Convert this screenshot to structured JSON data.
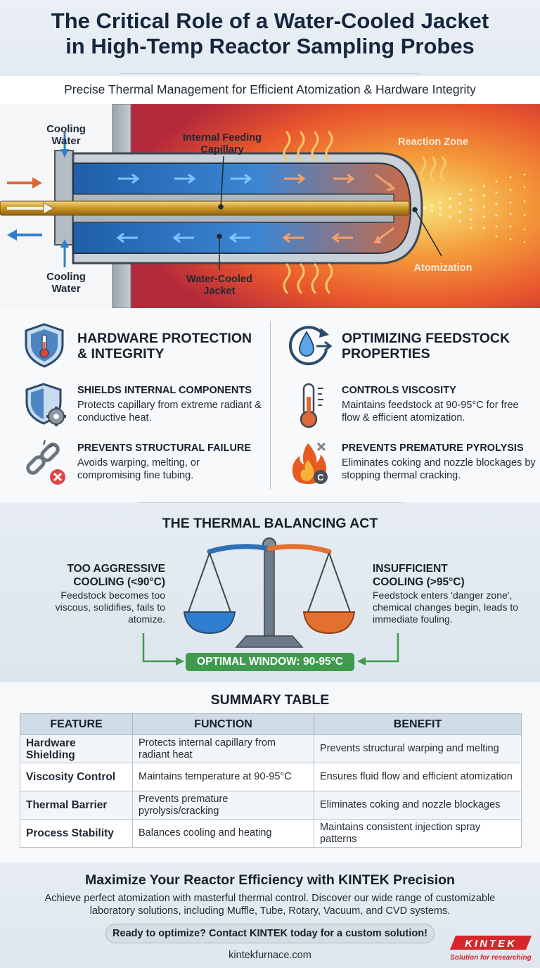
{
  "header": {
    "title_line1": "The Critical Role of a Water-Cooled Jacket",
    "title_line2": "in High-Temp Reactor Sampling Probes",
    "subtitle": "Precise Thermal Management for Efficient Atomization & Hardware Integrity"
  },
  "diagram": {
    "labels": {
      "cooling_water_top_1": "Cooling",
      "cooling_water_top_2": "Water",
      "cooling_water_bottom_1": "Cooling",
      "cooling_water_bottom_2": "Water",
      "capillary_1": "Internal Feeding",
      "capillary_2": "Capillary",
      "jacket_1": "Water-Cooled",
      "jacket_2": "Jacket",
      "reaction_zone": "Reaction Zone",
      "atomization": "Atomization"
    },
    "colors": {
      "cold_water": "#2f7fd0",
      "hot_water": "#e07a3a",
      "capillary": "#d4a83a",
      "reaction_zone": "#f0602a"
    }
  },
  "cards": {
    "left": {
      "heading_1": "HARDWARE PROTECTION",
      "heading_2": "& INTEGRITY",
      "icon": "shield-thermometer-icon",
      "items": [
        {
          "title": "SHIELDS INTERNAL COMPONENTS",
          "text": "Protects capillary from extreme radiant & conductive heat.",
          "icon": "shield-gear-icon"
        },
        {
          "title": "PREVENTS STRUCTURAL FAILURE",
          "text": "Avoids warping, melting, or compromising fine tubing.",
          "icon": "broken-chain-icon"
        }
      ]
    },
    "right": {
      "heading_1": "OPTIMIZING FEEDSTOCK",
      "heading_2": "PROPERTIES",
      "icon": "droplet-cycle-icon",
      "items": [
        {
          "title": "CONTROLS VISCOSITY",
          "text": "Maintains feedstock at 90-95°C for free flow & efficient atomization.",
          "icon": "thermometer-icon"
        },
        {
          "title": "PREVENTS PREMATURE PYROLYSIS",
          "text": "Eliminates coking and nozzle blockages by stopping thermal cracking.",
          "icon": "flame-carbon-icon"
        }
      ]
    }
  },
  "balance": {
    "title": "THE THERMAL BALANCING ACT",
    "left_title_1": "TOO AGGRESSIVE",
    "left_title_2": "COOLING (<90°C)",
    "left_text": "Feedstock becomes too viscous, solidifies, fails to atomize.",
    "right_title_1": "INSUFFICIENT",
    "right_title_2": "COOLING (>95°C)",
    "right_text": "Feedstock enters 'danger zone', chemical changes begin, leads to immediate fouling.",
    "optimal": "OPTIMAL WINDOW: 90-95°C",
    "colors": {
      "cold_pan": "#2f7fd0",
      "hot_pan": "#e2702f",
      "optimal": "#3f9a4e"
    }
  },
  "summary": {
    "title": "SUMMARY TABLE",
    "columns": [
      "FEATURE",
      "FUNCTION",
      "BENEFIT"
    ],
    "rows": [
      {
        "feature": "Hardware Shielding",
        "function": "Protects internal capillary from radiant heat",
        "benefit": "Prevents structural warping and melting"
      },
      {
        "feature": "Viscosity Control",
        "function": "Maintains temperature at 90-95°C",
        "benefit": "Ensures fluid flow and efficient atomization"
      },
      {
        "feature": "Thermal Barrier",
        "function": "Prevents premature pyrolysis/cracking",
        "benefit": "Eliminates coking and nozzle blockages"
      },
      {
        "feature": "Process Stability",
        "function": "Balances cooling and heating",
        "benefit": "Maintains consistent injection spray patterns"
      }
    ]
  },
  "footer": {
    "title": "Maximize Your Reactor Efficiency with KINTEK Precision",
    "text": "Achieve perfect atomization with masterful thermal control. Discover our wide range of customizable laboratory solutions, including Muffle, Tube, Rotary, Vacuum, and CVD systems.",
    "cta": "Ready to optimize? Contact KINTEK today for a custom solution!",
    "website": "kintekfurnace.com",
    "logo_name": "KINTEK",
    "logo_tagline": "Solution for researching",
    "brand_color": "#d7262b"
  }
}
